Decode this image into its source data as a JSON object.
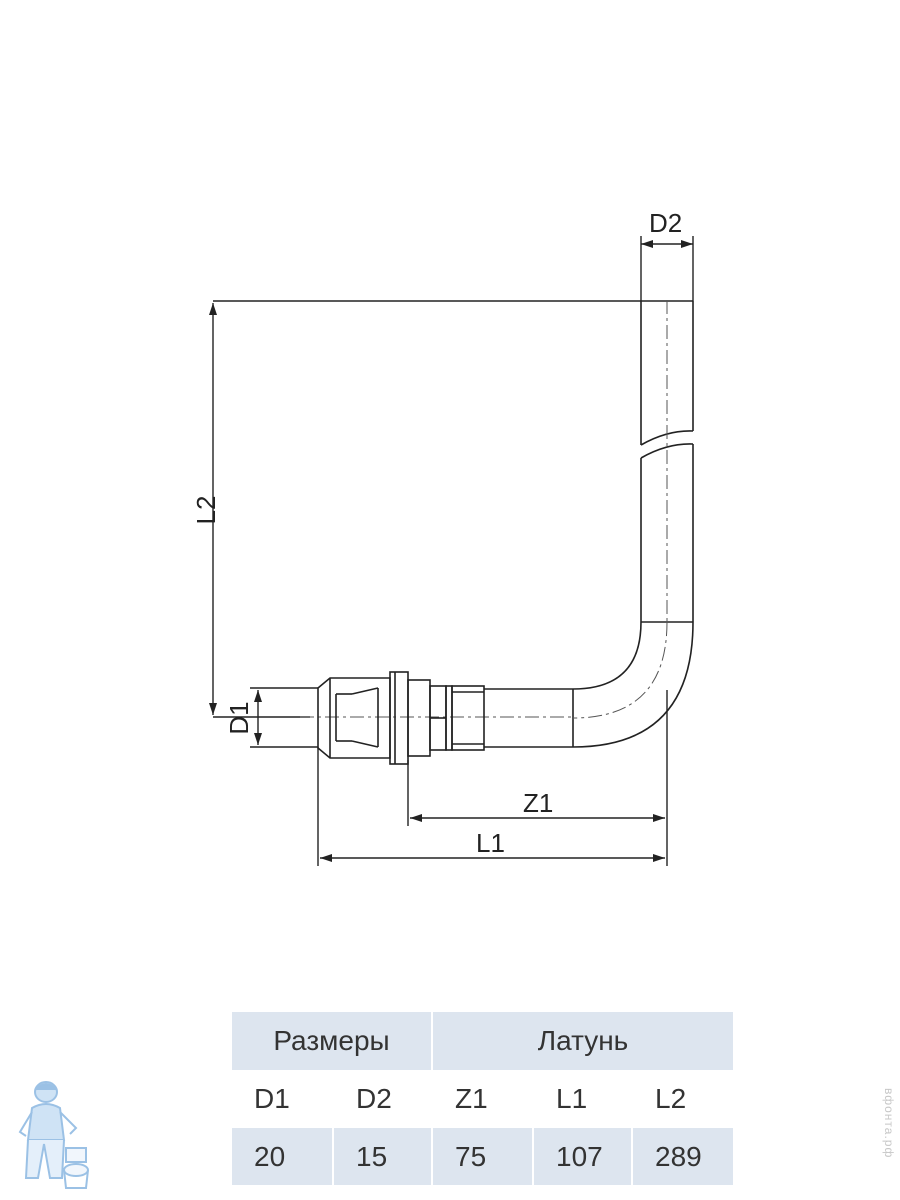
{
  "diagram": {
    "labels": {
      "d2": "D2",
      "l2": "L2",
      "d1": "D1",
      "z1": "Z1",
      "l1": "L1"
    }
  },
  "table": {
    "group_headers": [
      "Размеры",
      "Латунь"
    ],
    "columns": [
      "D1",
      "D2",
      "Z1",
      "L1",
      "L2"
    ],
    "values": [
      "20",
      "15",
      "75",
      "107",
      "289"
    ]
  },
  "watermark": "вфонта.рф",
  "colors": {
    "line": "#222222",
    "table_fill": "#dde5ef",
    "mascot": "#4a8fd0"
  }
}
